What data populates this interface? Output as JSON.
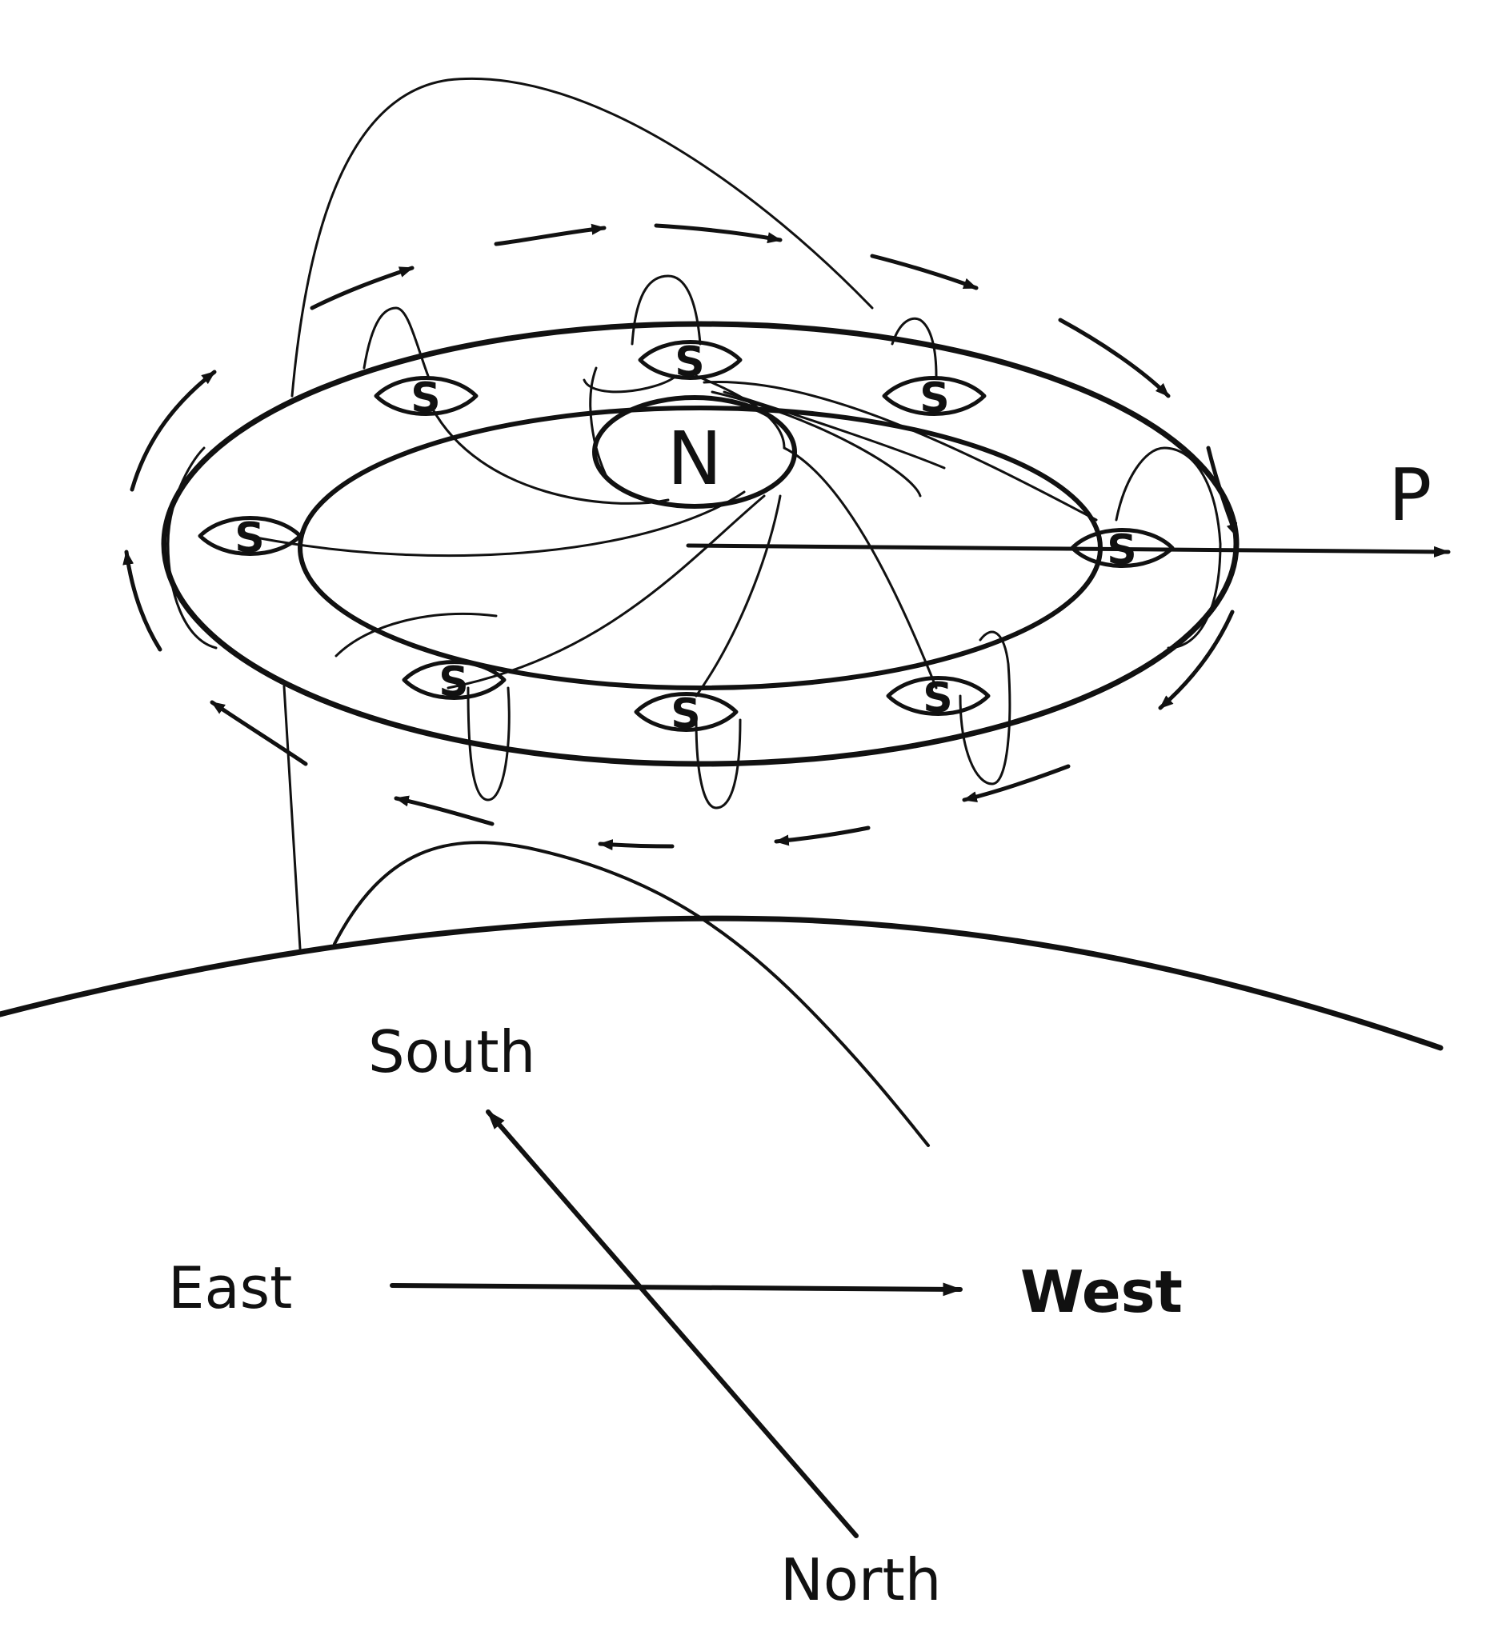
{
  "diagram": {
    "center_label": "N",
    "spot_label": "S",
    "axis_label": "P",
    "compass": {
      "south": "South",
      "north": "North",
      "east": "East",
      "west": "West"
    }
  },
  "colors": {
    "ink": "#111111",
    "background": "#ffffff"
  }
}
